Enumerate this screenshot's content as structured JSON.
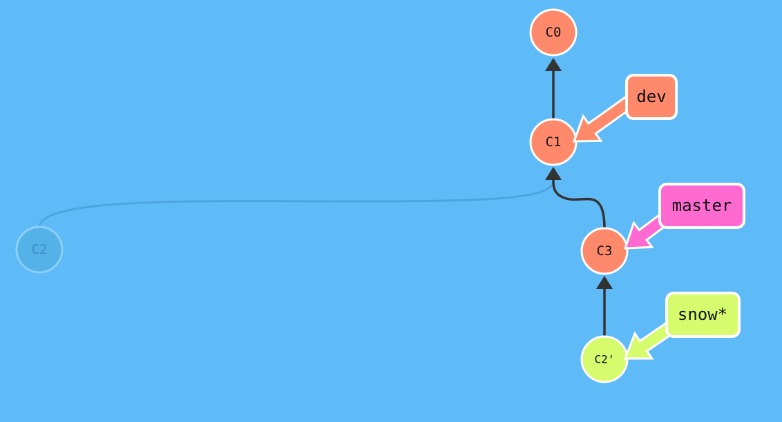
{
  "colors": {
    "background": "#5fbaf8",
    "commit": "#ff8a6b",
    "commit_new": "#d6fb6d",
    "ghost": "#55b2e8",
    "edge": "#333333",
    "branch_dev": "#ff8a6b",
    "branch_master": "#ff6ad1",
    "branch_snow": "#d6fb6d"
  },
  "commits": {
    "c0": {
      "label": "C0"
    },
    "c1": {
      "label": "C1"
    },
    "c3": {
      "label": "C3"
    },
    "c2_prime": {
      "label": "C2'"
    },
    "c2_ghost": {
      "label": "C2"
    }
  },
  "branches": {
    "dev": {
      "label": "dev",
      "target": "C1"
    },
    "master": {
      "label": "master",
      "target": "C3"
    },
    "snow": {
      "label": "snow*",
      "target": "C2'",
      "checked_out": true
    }
  }
}
